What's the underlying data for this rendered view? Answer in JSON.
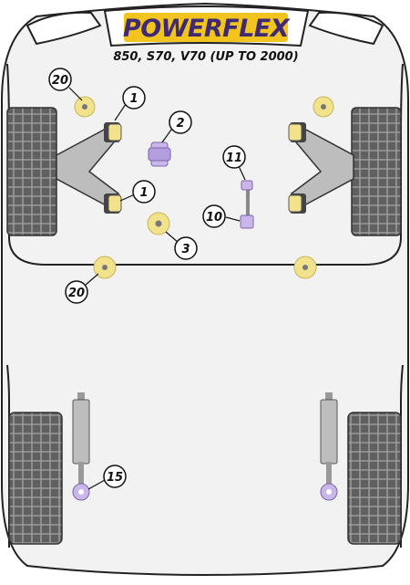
{
  "brand": {
    "logo_text": "POWERFLEX",
    "accent": "#f2c41f",
    "brand_color": "#3f2a73"
  },
  "models": "850, S70, V70 (UP TO 2000)",
  "colors": {
    "bush_yellow": "#f2e28c",
    "bush_purple": "#c9b6ea",
    "body_grey": "#f2f2f2",
    "tyre": "#555555",
    "metal": "#bdbdbd"
  },
  "callouts": [
    {
      "id": "c20a",
      "label": "20"
    },
    {
      "id": "c1a",
      "label": "1"
    },
    {
      "id": "c2",
      "label": "2"
    },
    {
      "id": "c1b",
      "label": "1"
    },
    {
      "id": "c3",
      "label": "3"
    },
    {
      "id": "c11",
      "label": "11"
    },
    {
      "id": "c10",
      "label": "10"
    },
    {
      "id": "c20b",
      "label": "20"
    },
    {
      "id": "c15",
      "label": "15"
    }
  ]
}
